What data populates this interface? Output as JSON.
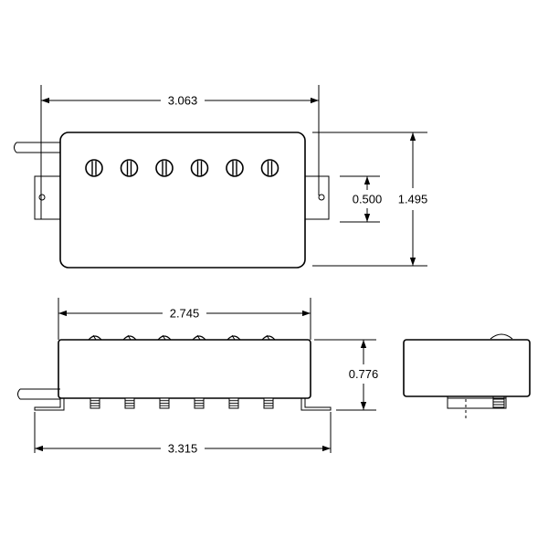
{
  "drawing": {
    "dimensions": {
      "top_width": "3.063",
      "pole_spacing_height": "0.500",
      "overall_height": "1.495",
      "bottom_body_width": "2.745",
      "side_height": "0.776",
      "overall_length": "3.315"
    },
    "pole_piece_count": 6,
    "colors": {
      "line": "#000000",
      "background": "#ffffff"
    }
  }
}
